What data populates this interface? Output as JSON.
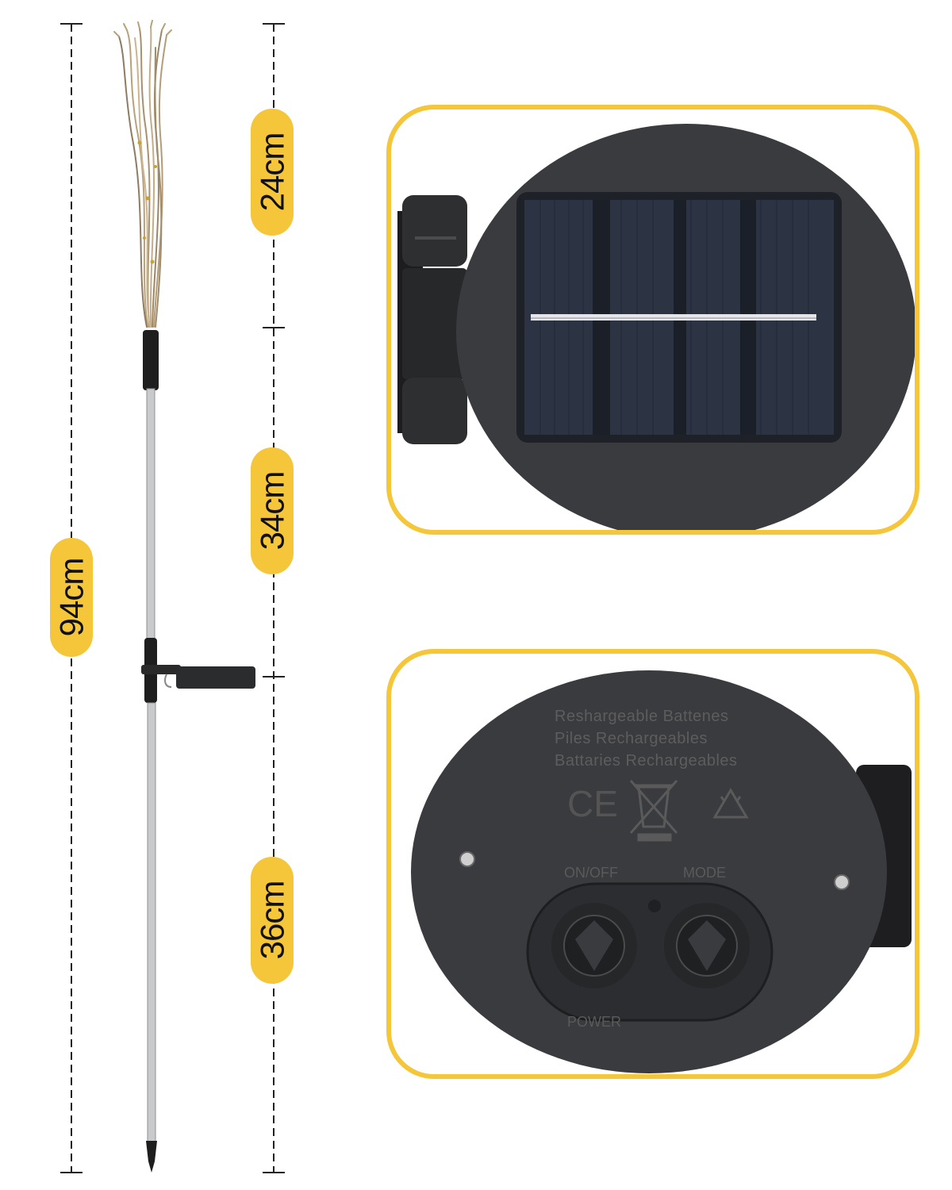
{
  "dimensions": {
    "total": "94cm",
    "top_section": "24cm",
    "middle_section": "34cm",
    "bottom_section": "36cm"
  },
  "battery_housing": {
    "line1": "Reshargeable  Battenes",
    "line2": "Piles  Rechargeables",
    "line3": "Battaries  Rechargeables",
    "ce_mark": "CE",
    "button_on_off": "ON/OFF",
    "button_mode": "MODE",
    "power_label": "POWER"
  },
  "colors": {
    "accent": "#f5c63a",
    "housing": "#3a3b3e",
    "panel_cells": "#2c3444",
    "pole": "#c8cacc"
  },
  "icons": [
    "recycle-icon",
    "weee-bin-icon",
    "ce-mark"
  ]
}
